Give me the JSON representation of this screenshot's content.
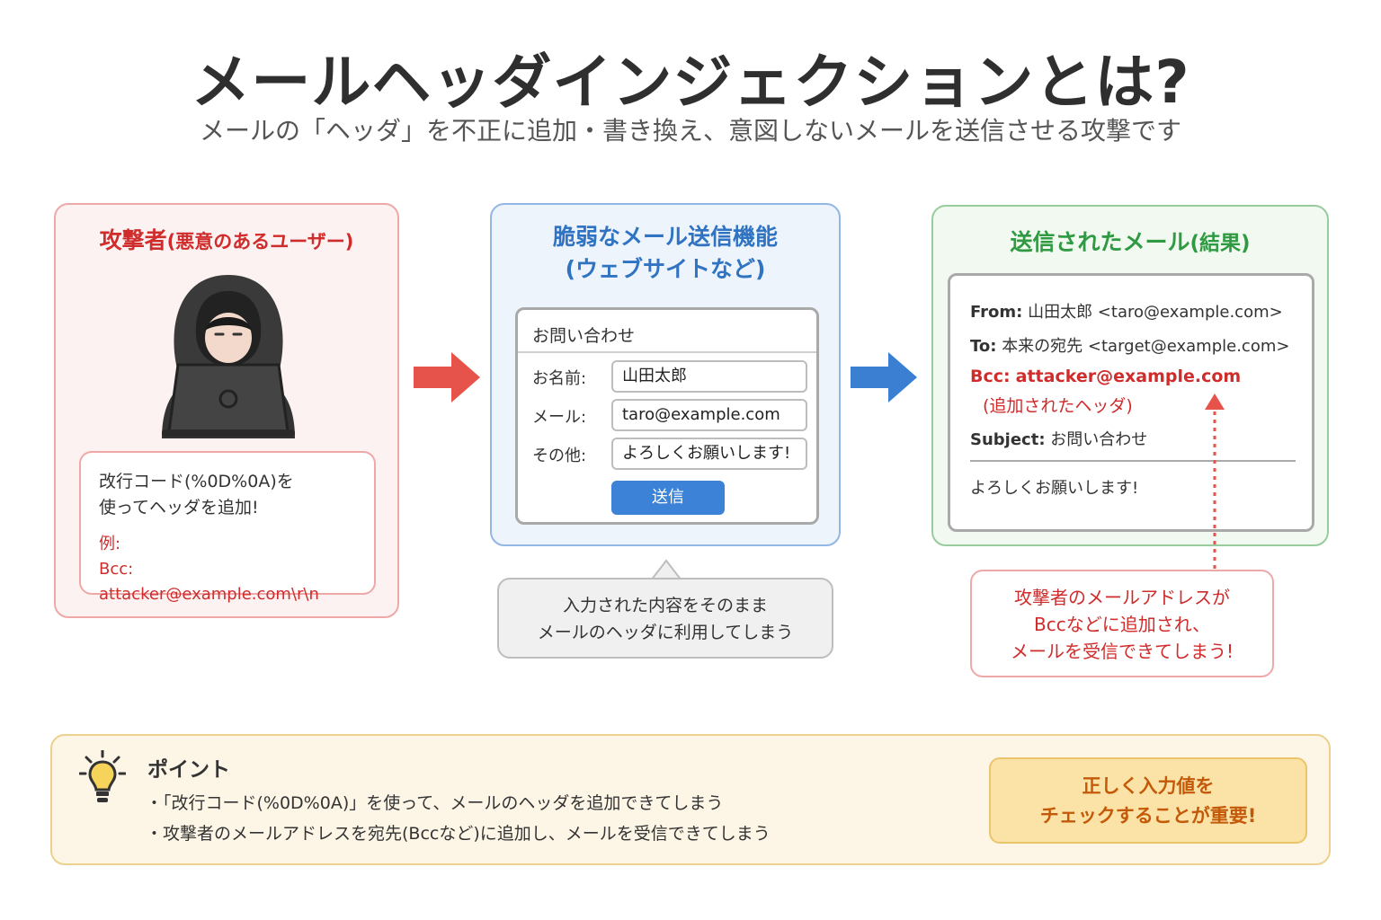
{
  "header": {
    "title": "メールヘッダインジェクションとは?",
    "subtitle": "メールの「ヘッダ」を不正に追加・書き換え、意図しないメールを送信させる攻撃です"
  },
  "attacker": {
    "title": "攻撃者",
    "title_sub": "(悪意のあるユーザー)",
    "note_line1": "改行コード(%0D%0A)を",
    "note_line2": "使ってヘッダを追加!",
    "example_label": "例:",
    "example_value": "Bcc: attacker@example.com\\r\\n"
  },
  "vulnerable": {
    "title_line1": "脆弱なメール送信機能",
    "title_line2": "(ウェブサイトなど)",
    "form": {
      "title": "お問い合わせ",
      "name_label": "お名前:",
      "name_value": "山田太郎",
      "mail_label": "メール:",
      "mail_value": "taro@example.com",
      "other_label": "その他:",
      "other_value": "よろしくお願いします!",
      "submit_label": "送信"
    },
    "bubble_line1": "入力された内容をそのまま",
    "bubble_line2": "メールのヘッダに利用してしまう"
  },
  "result": {
    "title": "送信されたメール",
    "title_sub": "(結果)",
    "email": {
      "from_label": "From:",
      "from_value": "山田太郎 <taro@example.com>",
      "to_label": "To:",
      "to_value": "本来の宛先 <target@example.com>",
      "bcc_label": "Bcc:",
      "bcc_value": "attacker@example.com",
      "bcc_note": "(追加されたヘッダ)",
      "subject_label": "Subject:",
      "subject_value": "お問い合わせ",
      "body": "よろしくお願いします!"
    },
    "note_line1": "攻撃者のメールアドレスが",
    "note_line2": "Bccなどに追加され、",
    "note_line3": "メールを受信できてしまう!"
  },
  "point": {
    "title": "ポイント",
    "item1": "・「改行コード(%0D%0A)」を使って、メールのヘッダを追加できてしまう",
    "item2": "・攻撃者のメールアドレスを宛先(Bccなど)に追加し、メールを受信できてしまう",
    "callout_line1": "正しく入力値を",
    "callout_line2": "チェックすることが重要!"
  },
  "colors": {
    "attacker_red": "#cf2c2c",
    "vulnerable_blue": "#2f73c2",
    "result_green": "#2f9a41",
    "point_orange": "#c45a09"
  },
  "icons": [
    "hacker-icon",
    "arrow-right-icon",
    "dotted-arrow-up-icon",
    "lightbulb-icon"
  ]
}
